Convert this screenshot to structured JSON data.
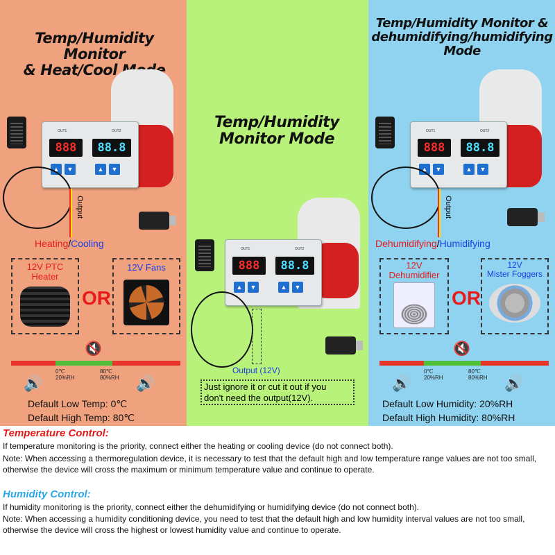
{
  "left": {
    "title_line1": "Temp/Humidity Monitor",
    "title_line2": "& Heat/Cool Mode",
    "output_label": "Output",
    "mode_a": "Heating",
    "mode_sep": "/",
    "mode_b": "Cooling",
    "heater_label_1": "12V PTC",
    "heater_label_2": "Heater",
    "or": "OR",
    "fans_label": "12V Fans",
    "low_tick_1": "0℃",
    "low_tick_2": "20%RH",
    "high_tick_1": "80℃",
    "high_tick_2": "80%RH",
    "default_low": "Default Low Temp: 0℃",
    "default_high": "Default High Temp: 80℃"
  },
  "middle": {
    "title_line1": "Temp/Humidity",
    "title_line2": "Monitor Mode",
    "output_label": "Output (12V)",
    "note_line1": "Just ignore it or cut it out if you",
    "note_line2": "don't need the output(12V)."
  },
  "right": {
    "title_line1": "Temp/Humidity Monitor &",
    "title_line2": "dehumidifying/humidifying",
    "title_line3": "Mode",
    "output_label": "Output",
    "mode_a": "Dehumidifying",
    "mode_sep": "/",
    "mode_b": "Humidifying",
    "dehum_label_1": "12V",
    "dehum_label_2": "Dehumidifier",
    "or": "OR",
    "fog_label_1": "12V",
    "fog_label_2": "Mister Foggers",
    "low_tick_1": "0℃",
    "low_tick_2": "20%RH",
    "high_tick_1": "80℃",
    "high_tick_2": "80%RH",
    "default_low": "Default Low Humidity: 20%RH",
    "default_high": "Default High Humidity: 80%RH"
  },
  "device": {
    "red_display": "888",
    "blue_display": "88.8",
    "out1": "OUT1",
    "out2": "OUT2",
    "up": "▲",
    "down": "▼"
  },
  "text": {
    "temp_heading": "Temperature Control:",
    "temp_p1": "If temperature monitoring is the priority, connect either the heating or cooling device (do not connect both).",
    "temp_p2": "Note: When accessing a thermoregulation device, it is necessary to test that the default high and low temperature range values are not too small, otherwise the device will cross the maximum or minimum temperature value and continue to operate.",
    "hum_heading": "Humidity Control:",
    "hum_p1": "If humidity monitoring is the priority, connect either the dehumidifying or humidifying device (do not connect both).",
    "hum_p2": "Note: When accessing a humidity conditioning device, you need to test that the default high and low humidity interval values are not too small, otherwise the device will cross the highest or lowest humidity value and continue to operate."
  },
  "colors": {
    "left_bg": "#f0a27f",
    "middle_bg": "#b8f27a",
    "right_bg": "#8fd3f0",
    "temp_heading": "#e11a1a",
    "hum_heading": "#2aa8e8",
    "heating": "#e81b1b",
    "cooling": "#1b3ee8",
    "bar_red": "#e8342a",
    "bar_green": "#4fbf3a"
  }
}
